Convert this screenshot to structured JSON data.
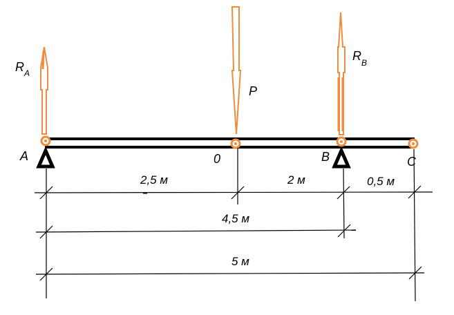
{
  "labels": {
    "ra_main": "R",
    "ra_sub": "A",
    "rb_main": "R",
    "rb_sub": "B",
    "p": "P",
    "a": "A",
    "o": "0",
    "b": "B",
    "c": "C"
  },
  "dimensions": {
    "d1": "2,5 м",
    "d2": "2 м",
    "d3": "0,5 м",
    "d4": "4,5 м",
    "d5": "5 м"
  },
  "colors": {
    "force": "#f08c3c",
    "beam": "#000000"
  }
}
